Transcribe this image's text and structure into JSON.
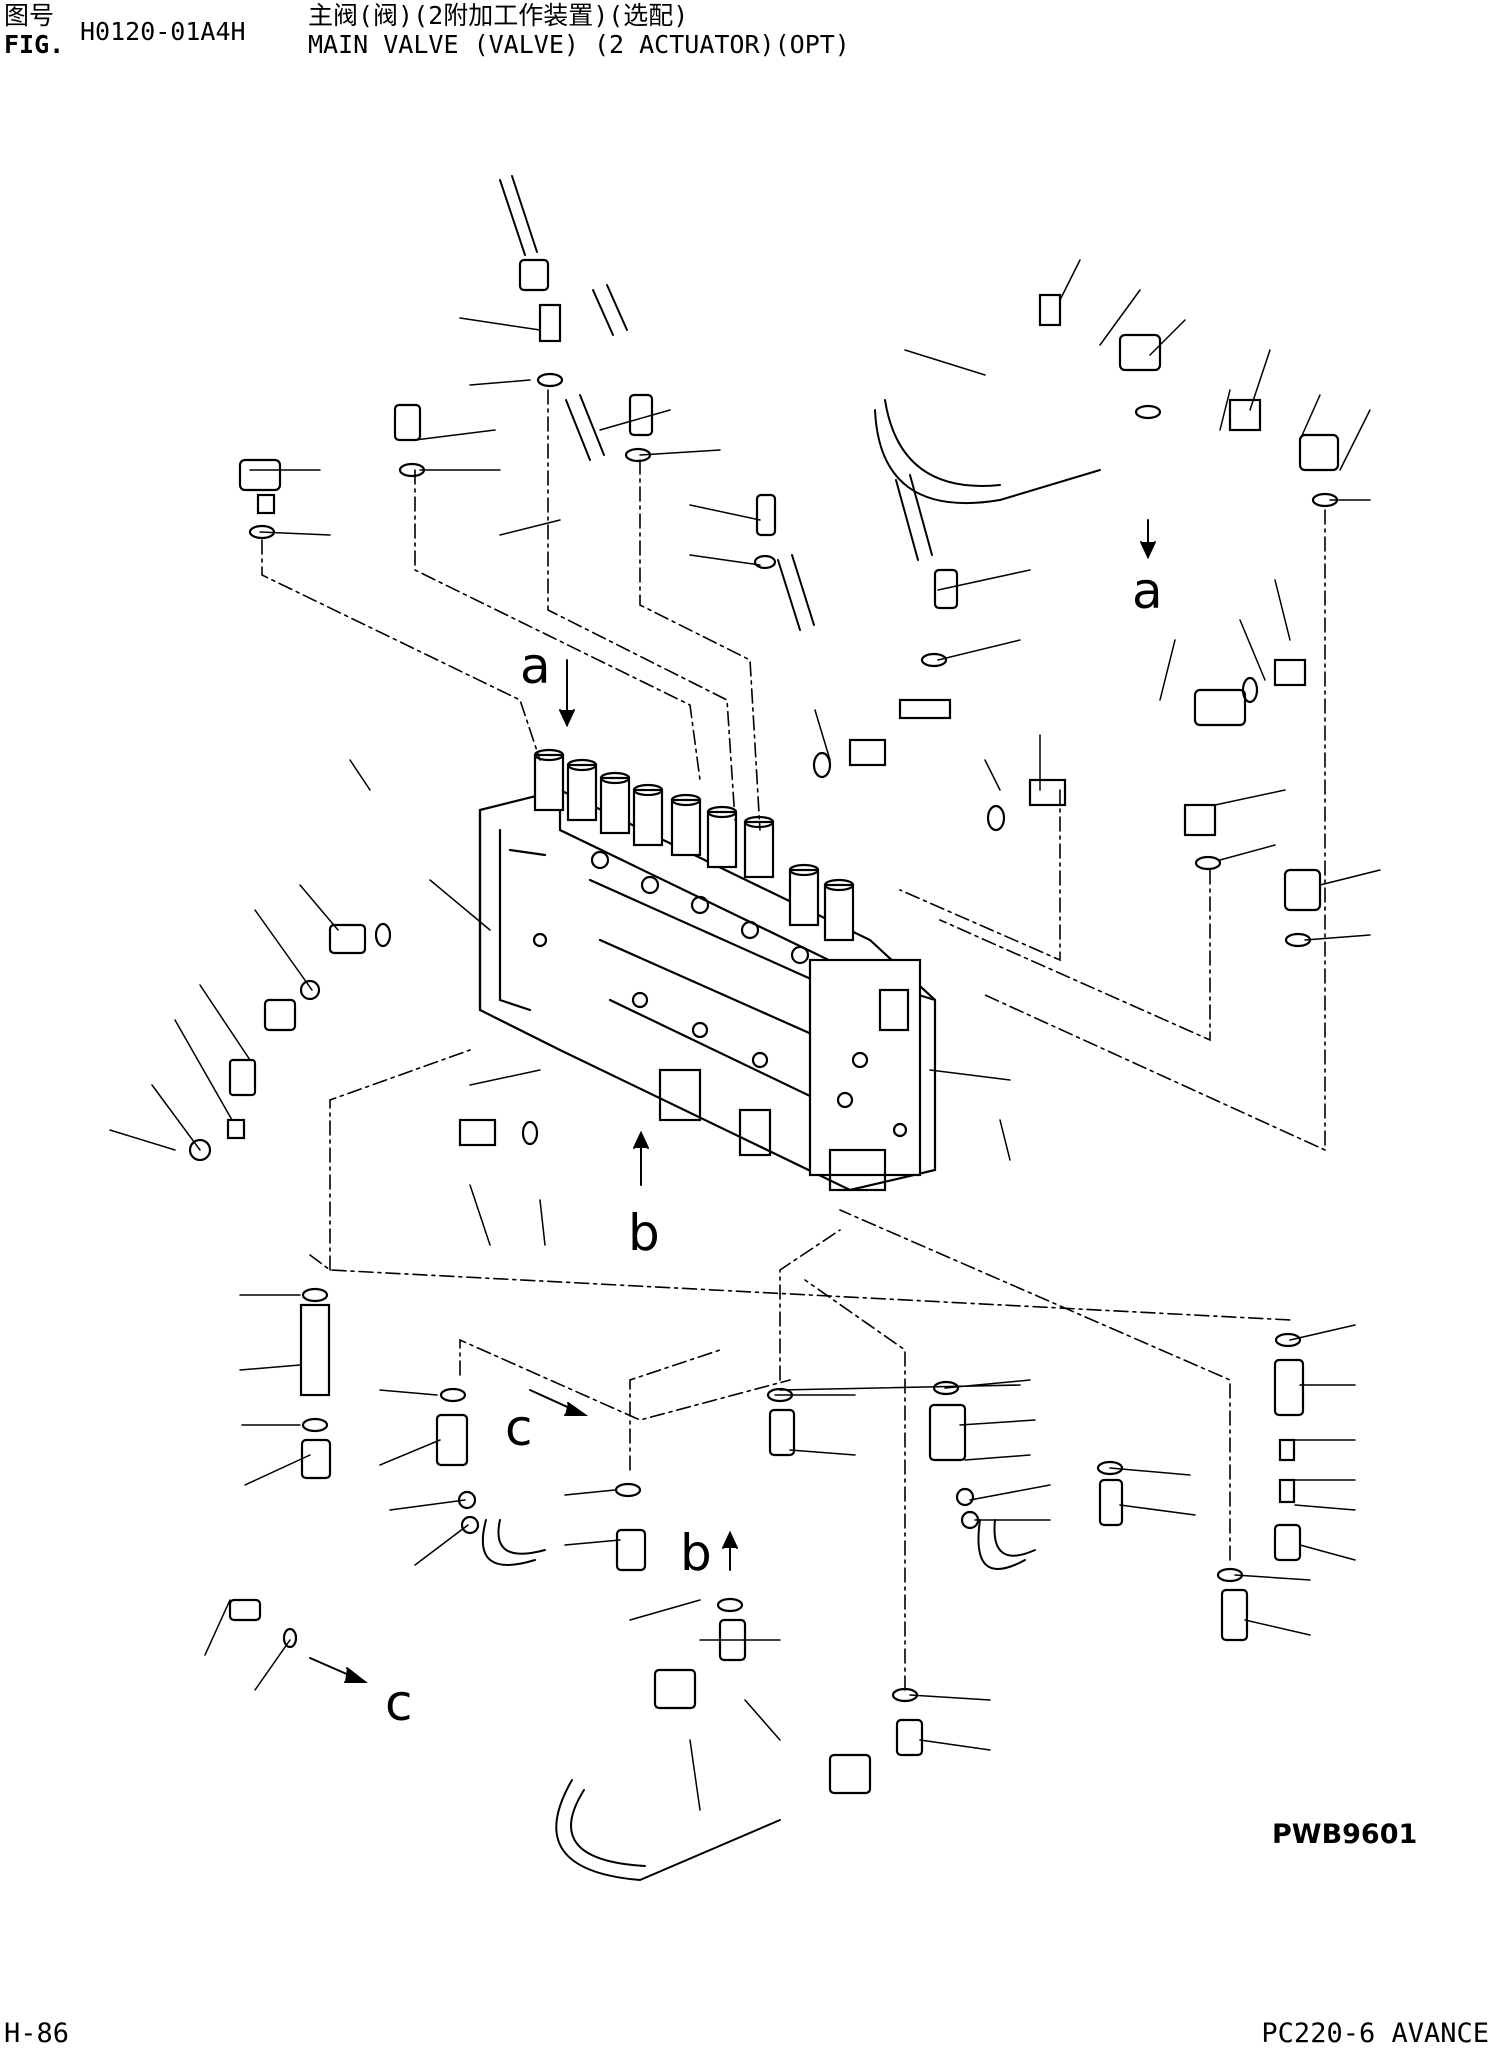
{
  "header": {
    "label_zh": "图号",
    "label_en": "FIG.",
    "figure_number": "H0120-01A4H",
    "title_zh": "主阀(阀)(2附加工作装置)(选配)",
    "title_en": "MAIN VALVE (VALVE) (2 ACTUATOR)(OPT)"
  },
  "diagram": {
    "view_markers": {
      "a_top": "a",
      "a_right": "a",
      "b_center": "b",
      "b_lower": "b",
      "c_mid": "c",
      "c_bottom": "c"
    },
    "drawing_code": "PWB9601"
  },
  "footer": {
    "page": "H-86",
    "model": "PC220-6 AVANCE"
  }
}
